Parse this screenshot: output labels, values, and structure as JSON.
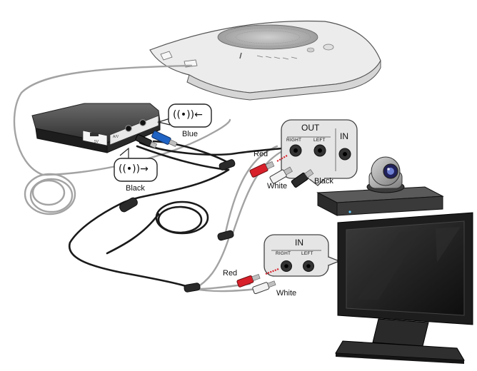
{
  "labels": {
    "blue": "Blue",
    "black_hub": "Black",
    "red_vc": "Red",
    "white_vc": "White",
    "black_vc": "Black",
    "red_tv": "Red",
    "white_tv": "White"
  },
  "vc_panel": {
    "out": "OUT",
    "in": "IN",
    "right": "RIGHT",
    "left": "LEFT"
  },
  "tv_panel": {
    "in": "IN",
    "right": "RIGHT",
    "left": "LEFT"
  },
  "hub_ports": {
    "port1": "5V",
    "port2": "A/V"
  },
  "icons": {
    "audio_in": "((•))←",
    "audio_out": "((•))→"
  },
  "colors": {
    "red_plug": "#d8202a",
    "blue_plug": "#1f63c4",
    "white_plug": "#f2f2f2",
    "black_plug": "#222222",
    "cable": "#1a1a1a",
    "grey_cable": "#9a9a9a"
  }
}
